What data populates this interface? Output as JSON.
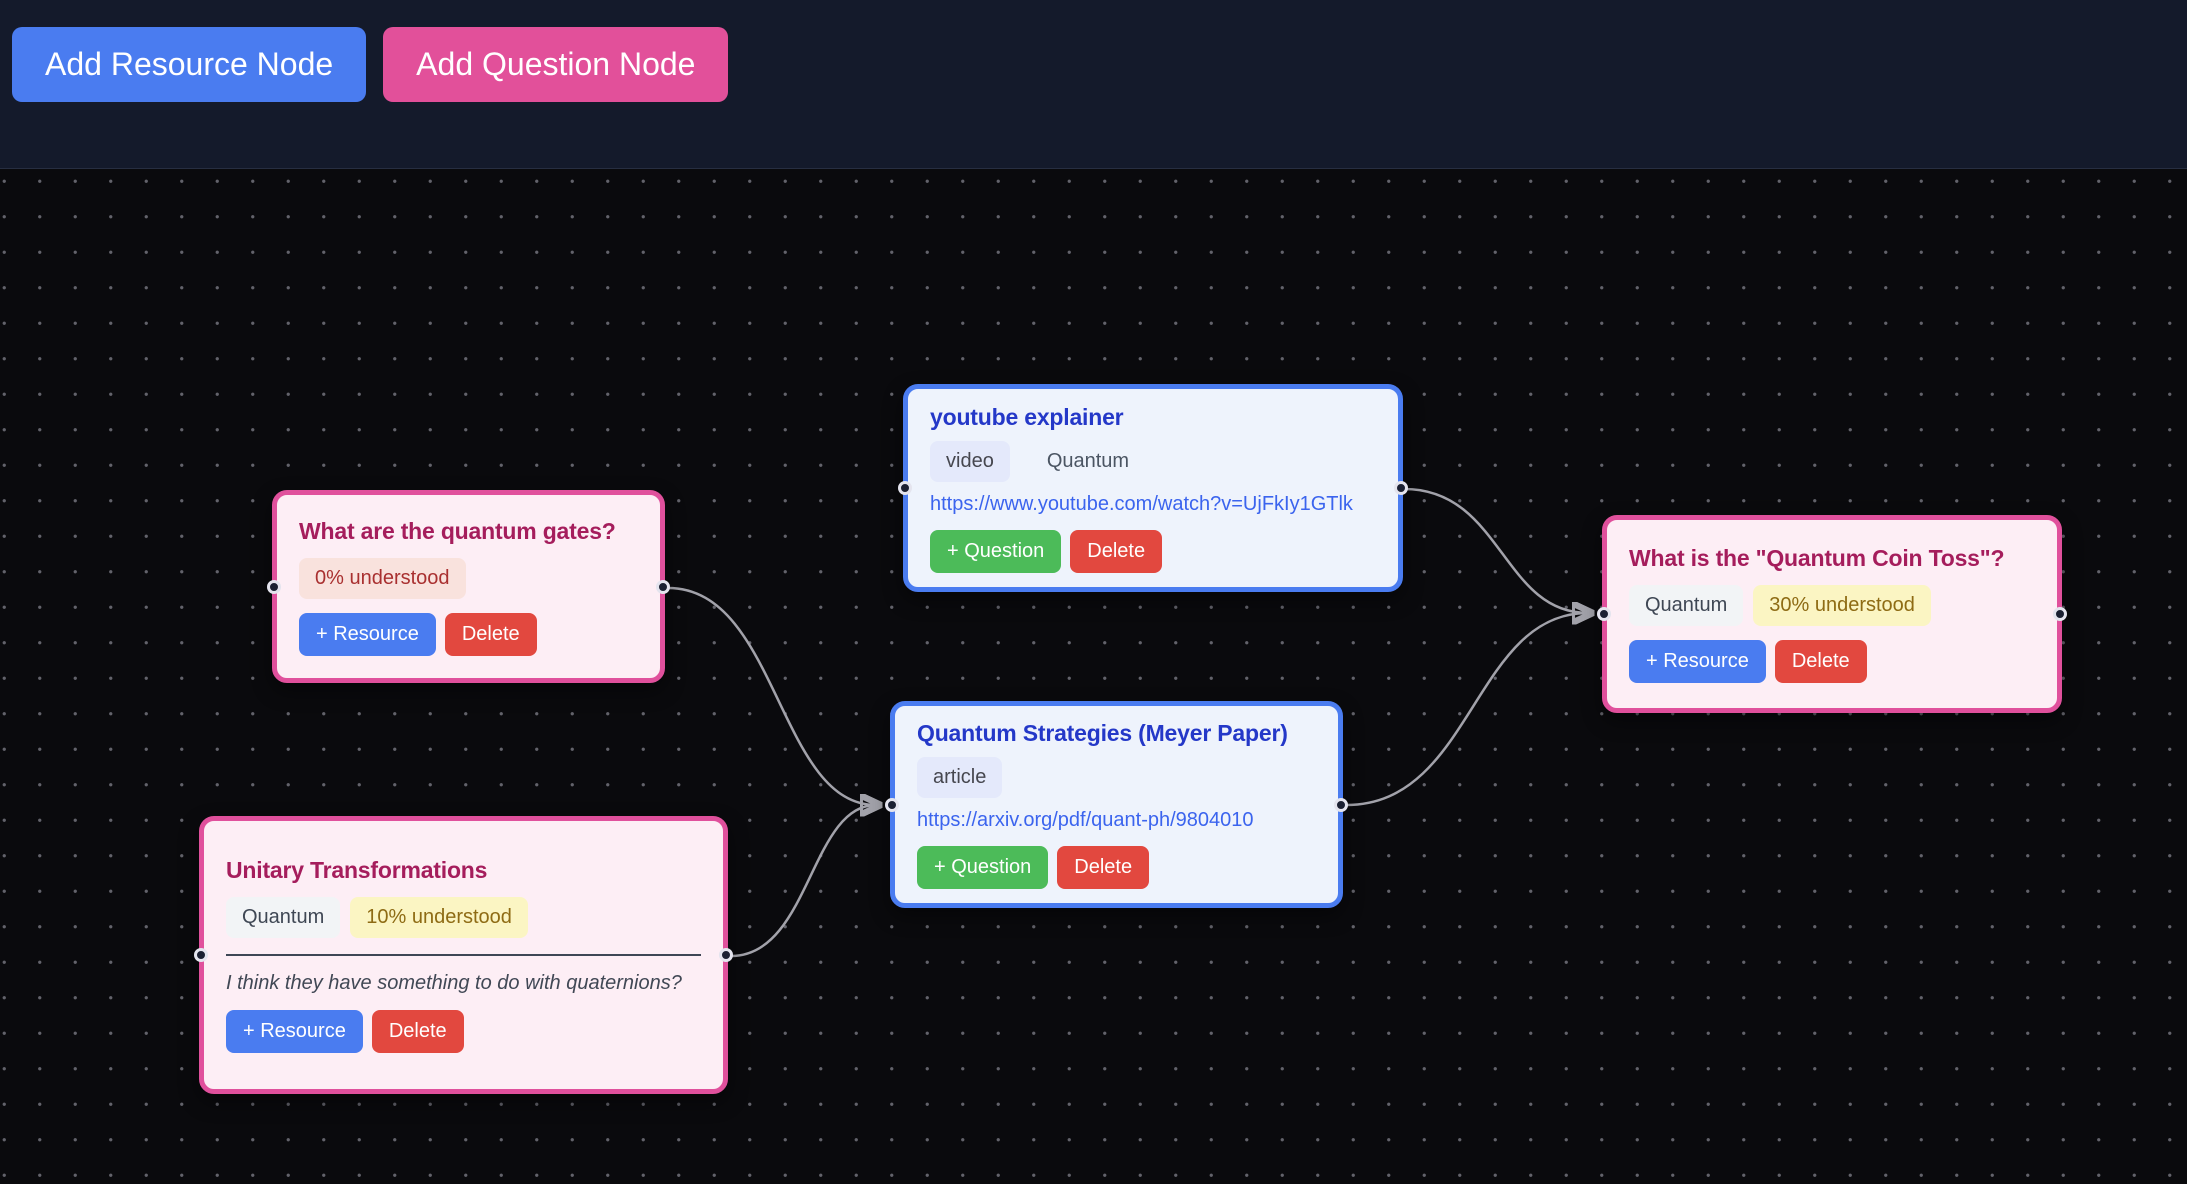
{
  "toolbar": {
    "add_resource_label": "Add Resource Node",
    "add_question_label": "Add Question Node"
  },
  "nodes": {
    "gates": {
      "title": "What are the quantum gates?",
      "understood_badge": "0% understood",
      "add_button": "+ Resource",
      "delete_button": "Delete"
    },
    "youtube": {
      "title": "youtube explainer",
      "type_badge": "video",
      "topic": "Quantum",
      "url": "https://www.youtube.com/watch?v=UjFkIy1GTlk",
      "add_button": "+ Question",
      "delete_button": "Delete"
    },
    "meyer": {
      "title": "Quantum Strategies (Meyer Paper)",
      "type_badge": "article",
      "url": "https://arxiv.org/pdf/quant-ph/9804010",
      "add_button": "+ Question",
      "delete_button": "Delete"
    },
    "coin_toss": {
      "title": "What is the \"Quantum Coin Toss\"?",
      "topic_badge": "Quantum",
      "understood_badge": "30% understood",
      "add_button": "+ Resource",
      "delete_button": "Delete"
    },
    "unitary": {
      "title": "Unitary Transformations",
      "topic_badge": "Quantum",
      "understood_badge": "10% understood",
      "note": "I think they have something to do with quaternions?",
      "add_button": "+ Resource",
      "delete_button": "Delete"
    }
  },
  "colors": {
    "toolbar_bg": "#141a2b",
    "canvas_bg": "#0a0a0d",
    "accent_blue": "#4a7cf0",
    "accent_pink": "#e2509a",
    "question_border": "#e0509c",
    "question_bg": "#fdeef5",
    "question_title": "#a51d5c",
    "resource_border": "#4a7cf0",
    "resource_bg": "#eef3fc",
    "resource_title": "#2438c8",
    "link": "#3b64ee",
    "button_green": "#4cbb59",
    "button_red": "#e2483f",
    "badge_red_bg": "#f9e2dd",
    "badge_yellow_bg": "#fbf5c3",
    "badge_gray_bg": "#f2f4f6",
    "badge_indigo_bg": "#e4e9fb",
    "edge": "#a2a2aa"
  }
}
